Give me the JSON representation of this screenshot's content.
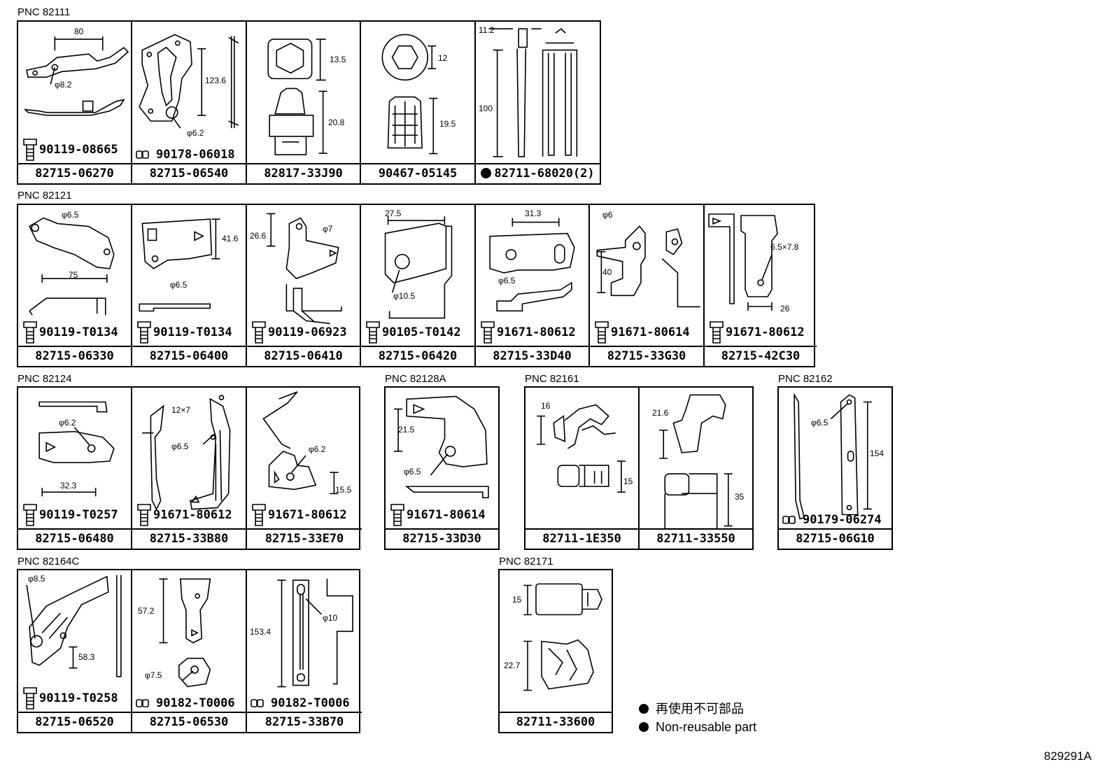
{
  "groups": [
    {
      "label": "PNC 82111",
      "parts": [
        {
          "number": "82715-06270",
          "sub": "90119-08665",
          "sub_icon": "bolt-icon",
          "dims": [
            "80",
            "φ8.2"
          ]
        },
        {
          "number": "82715-06540",
          "sub": "90178-06018",
          "sub_icon": "nut-icon",
          "dims": [
            "123.6",
            "φ6.2"
          ]
        },
        {
          "number": "82817-33J90",
          "sub": "",
          "dims": [
            "13.5",
            "20.8"
          ]
        },
        {
          "number": "90467-05145",
          "sub": "",
          "dims": [
            "12",
            "19.5"
          ]
        },
        {
          "number": "82711-68020(2)",
          "non_reusable": true,
          "sub": "",
          "dims": [
            "11.2",
            "100"
          ]
        }
      ]
    },
    {
      "label": "PNC 82121",
      "parts": [
        {
          "number": "82715-06330",
          "sub": "90119-T0134",
          "sub_icon": "bolt-icon",
          "dims": [
            "φ6.5",
            "75"
          ]
        },
        {
          "number": "82715-06400",
          "sub": "90119-T0134",
          "sub_icon": "bolt-icon",
          "dims": [
            "41.6",
            "φ6.5"
          ]
        },
        {
          "number": "82715-06410",
          "sub": "90119-06923",
          "sub_icon": "bolt-icon",
          "dims": [
            "26.6",
            "φ7"
          ]
        },
        {
          "number": "82715-06420",
          "sub": "90105-T0142",
          "sub_icon": "bolt-icon",
          "dims": [
            "27.5",
            "φ10.5"
          ]
        },
        {
          "number": "82715-33D40",
          "sub": "91671-80612",
          "sub_icon": "bolt-icon",
          "dims": [
            "31.3",
            "φ6.5"
          ]
        },
        {
          "number": "82715-33G30",
          "sub": "91671-80614",
          "sub_icon": "bolt-icon",
          "dims": [
            "φ6",
            "40"
          ]
        },
        {
          "number": "82715-42C30",
          "sub": "91671-80612",
          "sub_icon": "bolt-icon",
          "dims": [
            "6.5×7.8",
            "26"
          ]
        }
      ]
    },
    {
      "label": "PNC 82124",
      "parts": [
        {
          "number": "82715-06480",
          "sub": "90119-T0257",
          "sub_icon": "bolt-icon",
          "dims": [
            "φ6.2",
            "32.3"
          ]
        },
        {
          "number": "82715-33B80",
          "sub": "91671-80612",
          "sub_icon": "bolt-icon",
          "dims": [
            "12×7",
            "φ6.5"
          ]
        },
        {
          "number": "82715-33E70",
          "sub": "91671-80612",
          "sub_icon": "bolt-icon",
          "dims": [
            "φ6.2",
            "15.5"
          ]
        }
      ]
    },
    {
      "label": "PNC 82128A",
      "parts": [
        {
          "number": "82715-33D30",
          "sub": "91671-80614",
          "sub_icon": "bolt-icon",
          "dims": [
            "21.5",
            "φ6.5"
          ]
        }
      ]
    },
    {
      "label": "PNC 82161",
      "parts": [
        {
          "number": "82711-1E350",
          "sub": "",
          "dims": [
            "16",
            "15"
          ]
        },
        {
          "number": "82711-33550",
          "sub": "",
          "dims": [
            "21.6",
            "35"
          ]
        }
      ]
    },
    {
      "label": "PNC 82162",
      "parts": [
        {
          "number": "82715-06G10",
          "sub": "90179-06274",
          "sub_icon": "nut-icon",
          "dims": [
            "φ6.5",
            "154"
          ]
        }
      ]
    },
    {
      "label": "PNC 82164C",
      "parts": [
        {
          "number": "82715-06520",
          "sub": "90119-T0258",
          "sub_icon": "bolt-icon",
          "dims": [
            "φ8.5",
            "58.3"
          ]
        },
        {
          "number": "82715-06530",
          "sub": "90182-T0006",
          "sub_icon": "nut-icon",
          "dims": [
            "57.2",
            "φ7.5"
          ]
        },
        {
          "number": "82715-33B70",
          "sub": "90182-T0006",
          "sub_icon": "nut-icon",
          "dims": [
            "153.4",
            "φ10"
          ]
        }
      ]
    },
    {
      "label": "PNC 82171",
      "parts": [
        {
          "number": "82711-33600",
          "sub": "",
          "dims": [
            "15",
            "22.7"
          ]
        }
      ]
    }
  ],
  "legend": {
    "line1": "再使用不可部品",
    "line2": "Non-reusable part"
  },
  "reference": "829291A"
}
